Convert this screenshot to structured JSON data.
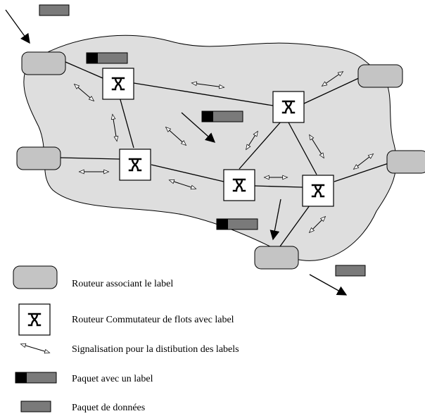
{
  "legend": [
    {
      "key": "edge-router",
      "text": "Routeur associant le label"
    },
    {
      "key": "lsr",
      "text": "Routeur Commutateur de flots avec label"
    },
    {
      "key": "signaling",
      "text": "Signalisation pour la distibution des labels"
    },
    {
      "key": "labeled-packet",
      "text": "Paquet avec un label"
    },
    {
      "key": "data-packet",
      "text": "Paquet de données"
    }
  ],
  "colors": {
    "cloud": "#dedede",
    "edge_router": "#c4c4c4",
    "packet_body": "#7a7a7a",
    "label_black": "#000000",
    "link": "#000000"
  },
  "icons": {
    "lsr": "label-switch-router-icon",
    "edge_router": "rounded-router-icon",
    "signaling": "double-headed-arrow-icon",
    "flow": "flow-arrow-icon"
  }
}
